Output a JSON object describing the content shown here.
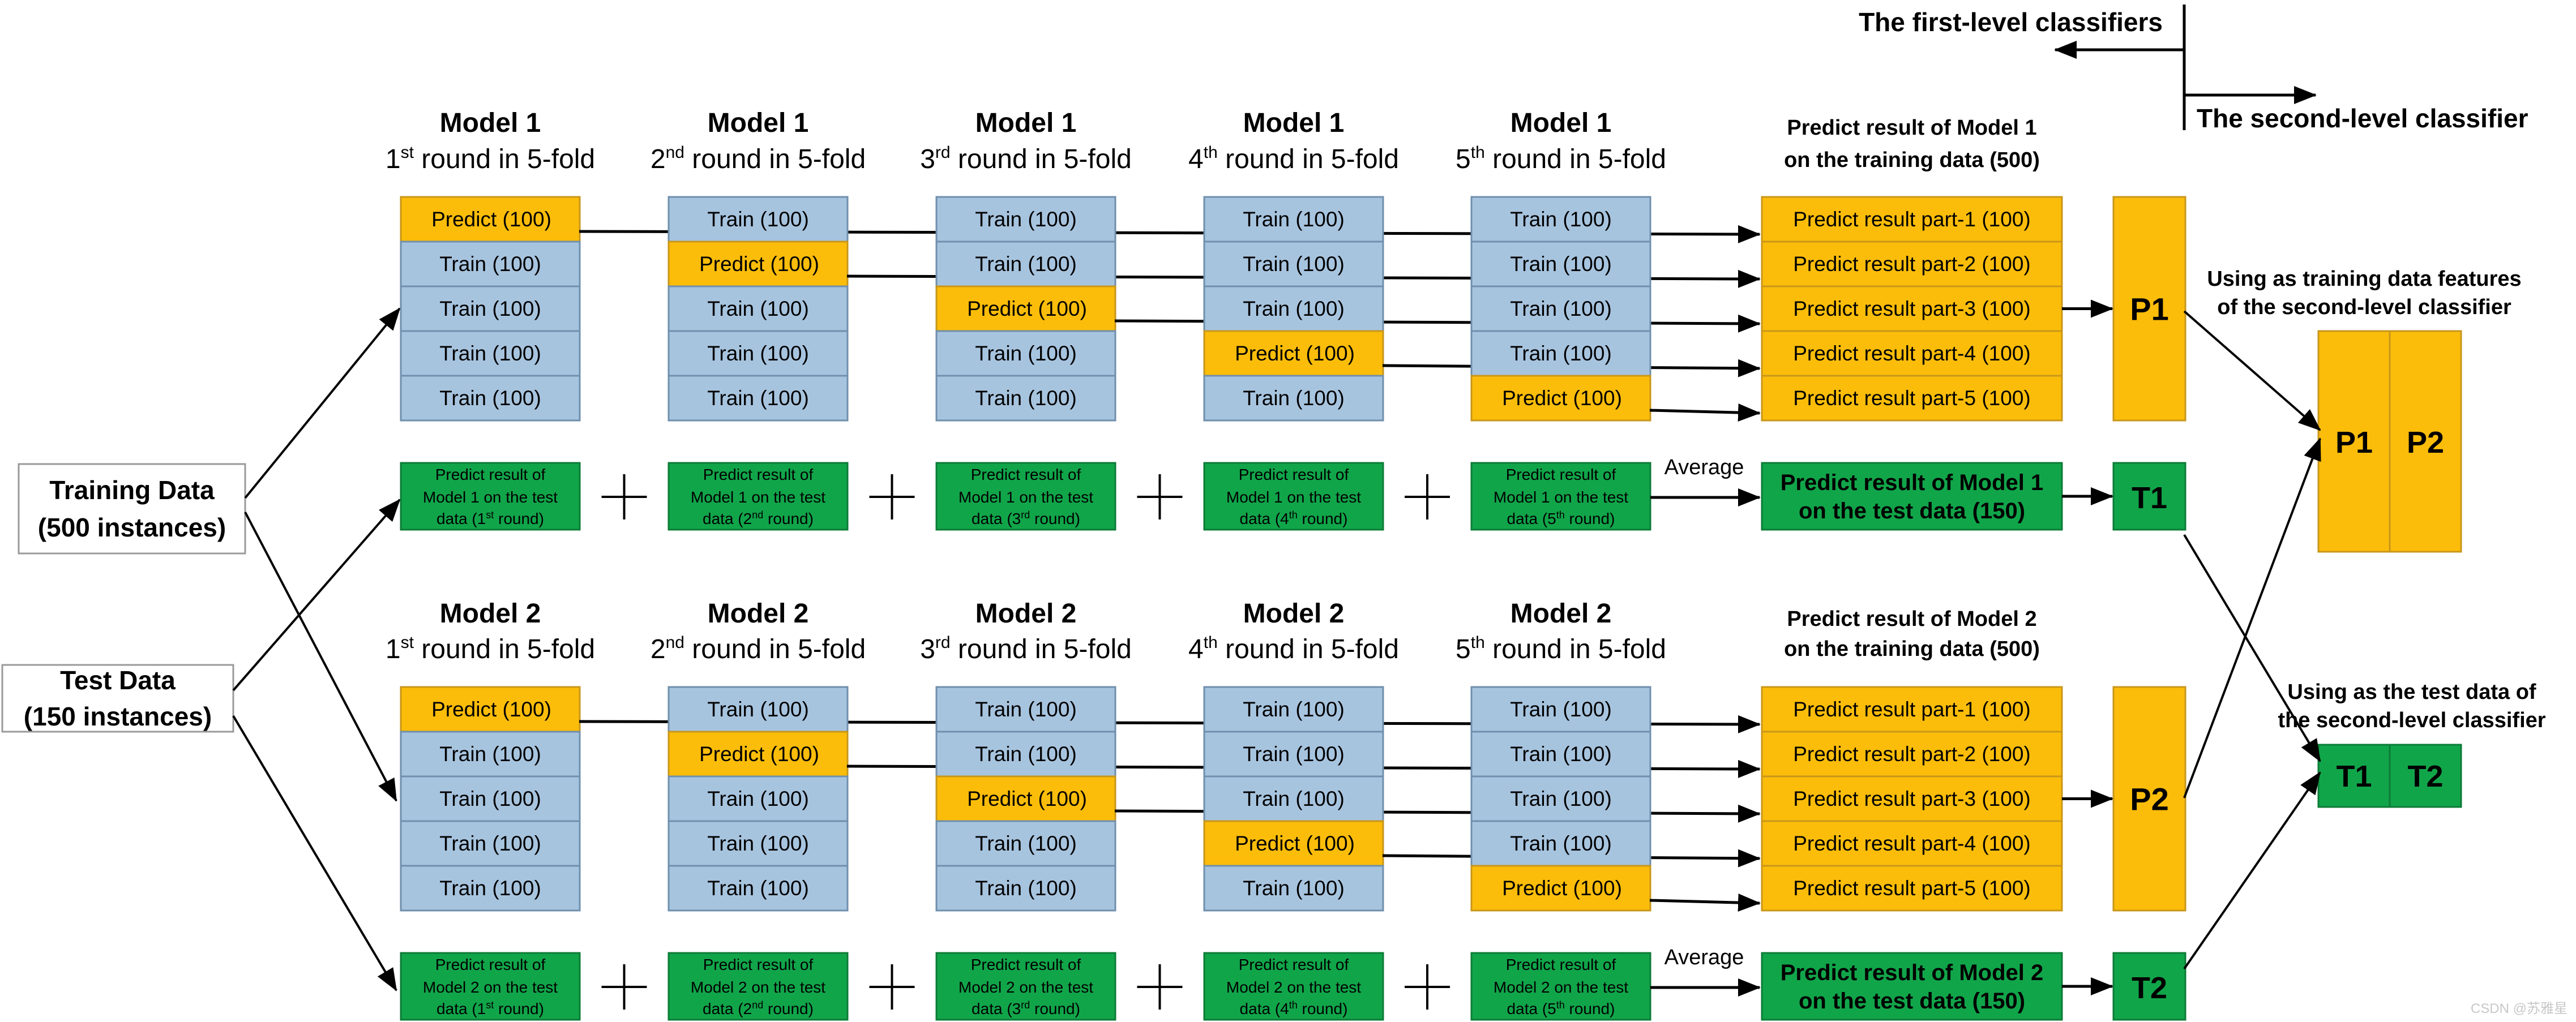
{
  "legend": {
    "first_level": "The first-level classifiers",
    "second_level": "The second-level classifier"
  },
  "inputs": {
    "training": {
      "line1": "Training Data",
      "line2": "(500 instances)"
    },
    "test": {
      "line1": "Test Data",
      "line2": "(150 instances)"
    }
  },
  "rounds": [
    {
      "num": "1",
      "sup": "st"
    },
    {
      "num": "2",
      "sup": "nd"
    },
    {
      "num": "3",
      "sup": "rd"
    },
    {
      "num": "4",
      "sup": "th"
    },
    {
      "num": "5",
      "sup": "th"
    }
  ],
  "round_suffix": " round in 5-fold",
  "labels": {
    "predict": "Predict (100)",
    "train": "Train (100)",
    "average": "Average",
    "features_l1": "Using as training data features",
    "features_l2": "of the second-level classifier",
    "testdata_l1": "Using as the test data of",
    "testdata_l2": "the second-level classifier"
  },
  "models": [
    {
      "name": "Model 1",
      "train_result_title_l1": "Predict result of Model 1",
      "train_result_title_l2": "on the training data (500)",
      "parts": [
        "Predict result part-1 (100)",
        "Predict result part-2 (100)",
        "Predict result part-3 (100)",
        "Predict result part-4 (100)",
        "Predict result part-5 (100)"
      ],
      "test_pred_l1": "Predict result of",
      "test_pred_l2": "Model 1 on the test",
      "test_pred_l3": "data (",
      "test_pred_l3_end": " round)",
      "test_result_l1": "Predict result of Model 1",
      "test_result_l2": "on the test data (150)",
      "p_label": "P1",
      "t_label": "T1"
    },
    {
      "name": "Model 2",
      "train_result_title_l1": "Predict result of Model 2",
      "train_result_title_l2": "on the training data (500)",
      "parts": [
        "Predict result part-1 (100)",
        "Predict result part-2 (100)",
        "Predict result part-3 (100)",
        "Predict result part-4 (100)",
        "Predict result part-5 (100)"
      ],
      "test_pred_l1": "Predict result of",
      "test_pred_l2": "Model 2 on the test",
      "test_pred_l3": "data (",
      "test_pred_l3_end": " round)",
      "test_result_l1": "Predict result of Model 2",
      "test_result_l2": "on the test data (150)",
      "p_label": "P2",
      "t_label": "T2"
    }
  ],
  "final": {
    "train_features": [
      "P1",
      "P2"
    ],
    "test_features": [
      "T1",
      "T2"
    ]
  },
  "watermark": "CSDN @苏雅星"
}
